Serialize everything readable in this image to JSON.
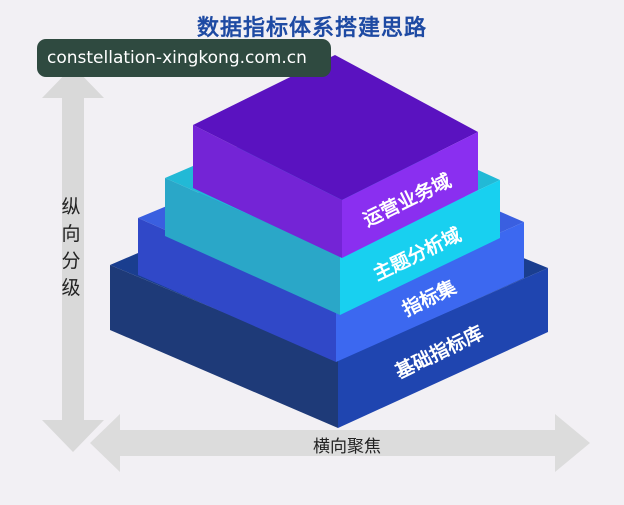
{
  "title": "数据指标体系搭建思路",
  "watermark": "constellation-xingkong.com.cn",
  "axes": {
    "vertical": "纵向分级",
    "vertical_chars": [
      "纵",
      "向",
      "分",
      "级"
    ],
    "horizontal": "横向聚焦"
  },
  "layers": [
    {
      "label": "运营业务域",
      "color": "#6a1bd0"
    },
    {
      "label": "主题分析域",
      "color": "#1fc6e6"
    },
    {
      "label": "指标集",
      "color": "#3354e0"
    },
    {
      "label": "基础指标库",
      "color": "#1b3d9a"
    }
  ],
  "colors": {
    "title": "#1e4aa3",
    "arrow": "#d9d9d9",
    "background": "#f2f0f4"
  }
}
